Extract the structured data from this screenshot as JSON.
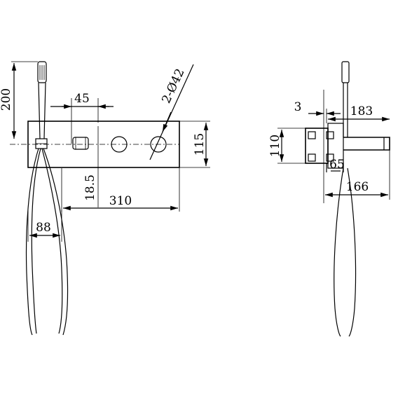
{
  "front_view": {
    "dimensions": {
      "handshower_height": "200",
      "valve_spacing": "45",
      "outlet_diameter": "2-Ø42",
      "panel_height": "115",
      "center_offset": "18.5",
      "panel_width": "310",
      "hose_offset": "88"
    }
  },
  "side_view": {
    "dimensions": {
      "wall_gap": "3",
      "spout_length": "183",
      "body_height": "110",
      "body_depth": "65",
      "spout_reach": "166"
    }
  }
}
